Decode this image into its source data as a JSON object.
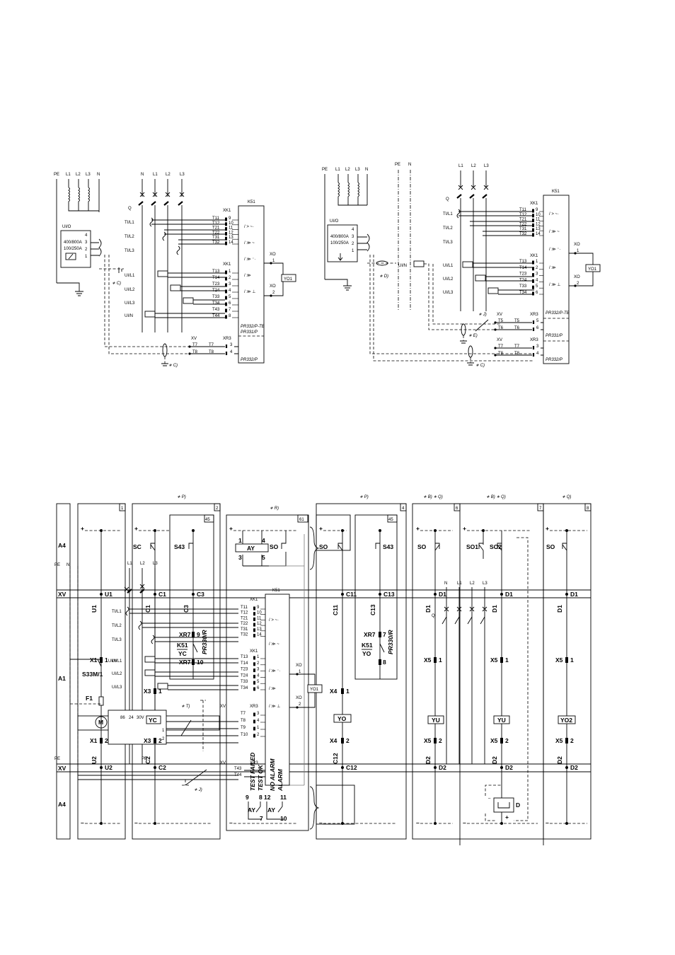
{
  "diag_a": {
    "phases": [
      "PE",
      "L1",
      "L2",
      "L3",
      "N"
    ],
    "phases_q": [
      "N",
      "L1",
      "L2",
      "L3"
    ],
    "q": "Q",
    "uio": "UI/O",
    "uio_r1": "400/800A",
    "uio_r2": "100/250A",
    "uio_pins": [
      "4",
      "3",
      "2",
      "1"
    ],
    "ti_labels": [
      "TI/L1",
      "TI/L2",
      "TI/L3"
    ],
    "ui_labels": [
      "UI/L1",
      "UI/L2",
      "UI/L3",
      "UI/N"
    ],
    "xk1": "XK1",
    "xk1_rows_top": [
      [
        "T11",
        "9"
      ],
      [
        "T12",
        "10"
      ],
      [
        "T21",
        "11"
      ],
      [
        "T22",
        "12"
      ],
      [
        "T31",
        "13"
      ],
      [
        "T32",
        "14"
      ]
    ],
    "xk1_rows_bot": [
      [
        "T13",
        "1"
      ],
      [
        "T14",
        "2"
      ],
      [
        "T23",
        "3"
      ],
      [
        "T24",
        "4"
      ],
      [
        "T33",
        "5"
      ],
      [
        "T34",
        "6"
      ],
      [
        "T43",
        "7"
      ],
      [
        "T44",
        "8"
      ]
    ],
    "xv": "XV",
    "xr3": "XR3",
    "xr3_rows": [
      [
        "T7",
        "T7",
        "3"
      ],
      [
        "T8",
        "T8",
        "4"
      ]
    ],
    "k51": "K51",
    "xo": "XO",
    "yo1": "YO1",
    "xo_pins": [
      "1",
      "2"
    ],
    "k51_notes": [
      "PR332/P-TB",
      "PR331/P",
      "PR332/P"
    ],
    "note_c": "∗ C)"
  },
  "diag_b": {
    "phases_left": [
      "PE",
      "L1",
      "L2",
      "L3",
      "N"
    ],
    "phases_mid": [
      "PE",
      "N"
    ],
    "phases_q": [
      "L1",
      "L2",
      "L3"
    ],
    "q": "Q",
    "uio": "UI/O",
    "uio_r1": "400/800A",
    "uio_r2": "100/250A",
    "uio_pins": [
      "4",
      "3",
      "2",
      "1"
    ],
    "ti_labels": [
      "TI/L1",
      "TI/L2",
      "TI/L3"
    ],
    "ui_labels": [
      "UI/L1",
      "UI/L2",
      "UI/L3"
    ],
    "uin": "UI/N",
    "xk1": "XK1",
    "xk1_rows_top": [
      [
        "T11",
        "9"
      ],
      [
        "T12",
        "10"
      ],
      [
        "T21",
        "11"
      ],
      [
        "T22",
        "12"
      ],
      [
        "T31",
        "13"
      ],
      [
        "T32",
        "14"
      ]
    ],
    "xk1_rows_bot": [
      [
        "T13",
        "1"
      ],
      [
        "T14",
        "2"
      ],
      [
        "T23",
        "3"
      ],
      [
        "T24",
        "4"
      ],
      [
        "T33",
        "5"
      ],
      [
        "T34",
        "6"
      ]
    ],
    "xv": "XV",
    "xr3": "XR3",
    "xr3_rows_top": [
      [
        "T5",
        "T5",
        "5"
      ],
      [
        "T6",
        "T6",
        "6"
      ]
    ],
    "xr3_rows_bot": [
      [
        "T7",
        "T7",
        "3"
      ],
      [
        "T8",
        "T8",
        "4"
      ]
    ],
    "k51": "K51",
    "xo": "XO",
    "yo1": "YO1",
    "xo_pins": [
      "1",
      "2"
    ],
    "k51_notes": [
      "PR332/P-TB",
      "PR331/P",
      "PR332/P"
    ],
    "note_d": "∗ D)",
    "note_e": "∗ E)",
    "note_c": "∗ C)",
    "note_j": "∗ J)"
  },
  "diag_c": {
    "top_notes": [
      "∗ P)",
      "∗ R)",
      "∗ P)",
      "∗ B) ∗ Q)",
      "∗ B) ∗ Q)",
      "∗ Q)"
    ],
    "row_labels": [
      "A4",
      "XV",
      "A1",
      "XV",
      "A4"
    ],
    "pe_n": [
      "PE",
      "N"
    ],
    "sheets": [
      "1",
      "2",
      "45",
      "61",
      "4",
      "45",
      "6",
      "7",
      "8"
    ],
    "plus": "+",
    "minus": "–",
    "col1": {
      "u1": "U1",
      "x1": "X1",
      "s33": "S33M/1",
      "f1": "F1",
      "m": "M",
      "u2": "U2",
      "x1b": "X1",
      "pins": [
        "1",
        "2"
      ]
    },
    "col2": {
      "sc": "SC",
      "s43": "S43",
      "c1": "C1",
      "c3": "C3",
      "xr7a": "XR7",
      "xr7b": "XR7",
      "k51": "K51",
      "yc": "YC",
      "pr330": "PR330/R",
      "yc2": "YC",
      "x3": "X3",
      "x3b": "X3",
      "c2": "C2",
      "pins": [
        "9",
        "10",
        "1",
        "2"
      ],
      "q": "Q",
      "phases": [
        "L1",
        "L2",
        "L3",
        "N"
      ],
      "ti": [
        "TI/L1",
        "TI/L2",
        "TI/L3"
      ],
      "ui": [
        "UI/N",
        "UI/L1",
        "UI/L2",
        "UI/L3"
      ],
      "yc_box": [
        "86",
        "24",
        "30V"
      ],
      "note_t": "∗ T)",
      "note_j": "∗ J)",
      "pe": "PE"
    },
    "col_r": {
      "ay": "AY",
      "so": "SO",
      "pins": [
        "1",
        "4",
        "3",
        "5"
      ],
      "k51": "K51",
      "xk1": "XK1",
      "xk1b": "XK1",
      "rows_top": [
        [
          "T11",
          "9"
        ],
        [
          "T12",
          "10"
        ],
        [
          "T21",
          "11"
        ],
        [
          "T22",
          "12"
        ],
        [
          "T31",
          "13"
        ],
        [
          "T32",
          "14"
        ]
      ],
      "rows_bot": [
        [
          "T13",
          "1"
        ],
        [
          "T14",
          "2"
        ],
        [
          "T23",
          "3"
        ],
        [
          "T24",
          "4"
        ],
        [
          "T33",
          "5"
        ],
        [
          "T34",
          "6"
        ]
      ],
      "xr3": "XR3",
      "xr3b": "XR3",
      "xr3_rows": [
        [
          "T7",
          "3"
        ],
        [
          "T8",
          "4"
        ],
        [
          "T9",
          "1"
        ],
        [
          "T10",
          "2"
        ]
      ],
      "xr3b_rows": [
        [
          "T43"
        ],
        [
          "T44"
        ]
      ],
      "xv": "XV",
      "xo": "XO",
      "yo1": "YO1",
      "xo_pins": [
        "1",
        "2"
      ],
      "vlabels": [
        "TEST FAILED",
        "TEST OK",
        "NO ALARM",
        "ALARM"
      ],
      "ay_bottom": [
        "9",
        "8",
        "12",
        "11",
        "7",
        "10"
      ],
      "ay2": "AY",
      "ay3": "AY"
    },
    "col4": {
      "so": "SO",
      "s43": "S43",
      "c11": "C11",
      "c13": "C13",
      "xr7": "XR7",
      "k51": "K51",
      "yo": "YO",
      "pr330": "PR330/R",
      "x4": "X4",
      "x4b": "X4",
      "yo_box": "YO",
      "c12": "C12",
      "pins": [
        "7",
        "8",
        "1",
        "2"
      ]
    },
    "col6": {
      "so": "SO",
      "d1": "D1",
      "d1q": "D1",
      "q": "Q",
      "phases": [
        "N",
        "L1",
        "L2",
        "L3"
      ],
      "x5": "X5",
      "yu": "YU",
      "x5b": "X5",
      "d2": "D2",
      "pins": [
        "1",
        "2"
      ]
    },
    "col7": {
      "so1": "SO1",
      "so2": "SO2",
      "d1": "D1",
      "d1b": "D1",
      "x5": "X5",
      "yu": "YU",
      "x5b": "X5",
      "d2": "D2",
      "d": "D",
      "pins": [
        "1",
        "2"
      ]
    },
    "col8": {
      "so": "SO",
      "d1": "D1",
      "d1b": "D1",
      "x5": "X5",
      "yo2": "YO2",
      "x5b": "X5",
      "d2": "D2",
      "pins": [
        "1",
        "2"
      ]
    }
  }
}
